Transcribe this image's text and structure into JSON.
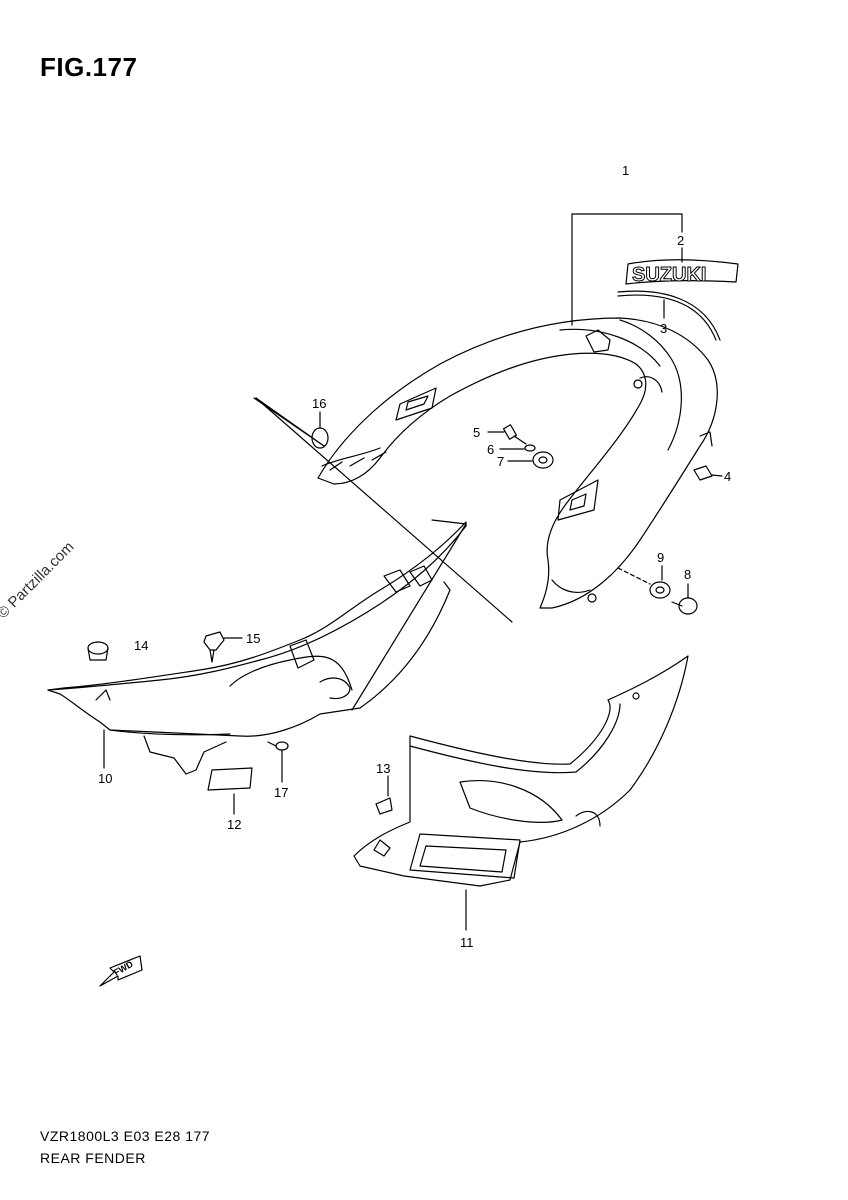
{
  "figure": {
    "title": "FIG.177"
  },
  "watermark": "© Partzilla.com",
  "parts": [
    {
      "id": "p1",
      "number": "1"
    },
    {
      "id": "p2",
      "number": "2"
    },
    {
      "id": "p3",
      "number": "3"
    },
    {
      "id": "p4",
      "number": "4"
    },
    {
      "id": "p5",
      "number": "5"
    },
    {
      "id": "p6",
      "number": "6"
    },
    {
      "id": "p7",
      "number": "7"
    },
    {
      "id": "p8",
      "number": "8"
    },
    {
      "id": "p9",
      "number": "9"
    },
    {
      "id": "p10",
      "number": "10"
    },
    {
      "id": "p11",
      "number": "11"
    },
    {
      "id": "p12",
      "number": "12"
    },
    {
      "id": "p13",
      "number": "13"
    },
    {
      "id": "p14",
      "number": "14"
    },
    {
      "id": "p15",
      "number": "15"
    },
    {
      "id": "p16",
      "number": "16"
    },
    {
      "id": "p17",
      "number": "17"
    }
  ],
  "emblem": {
    "text": "SUZUKI"
  },
  "direction_arrow": {
    "text": "FWD"
  },
  "footer": {
    "model_line": "VZR1800L3  E03  E28  177",
    "section_name": "REAR FENDER"
  }
}
